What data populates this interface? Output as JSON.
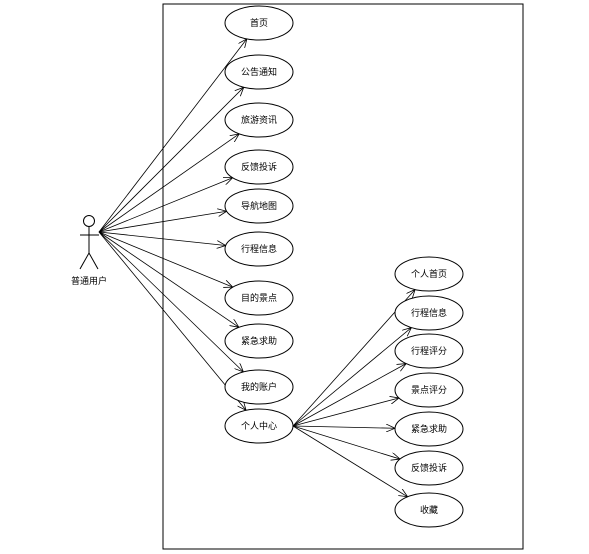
{
  "actor": {
    "label": "普通用户"
  },
  "main_use_cases": [
    {
      "id": "home",
      "label": "首页"
    },
    {
      "id": "notice",
      "label": "公告通知"
    },
    {
      "id": "travel-news",
      "label": "旅游资讯"
    },
    {
      "id": "feedback",
      "label": "反馈投诉"
    },
    {
      "id": "nav-map",
      "label": "导航地图"
    },
    {
      "id": "itinerary",
      "label": "行程信息"
    },
    {
      "id": "destination",
      "label": "目的景点"
    },
    {
      "id": "emergency",
      "label": "紧急求助"
    },
    {
      "id": "my-account",
      "label": "我的账户"
    },
    {
      "id": "personal-center",
      "label": "个人中心"
    }
  ],
  "sub_use_cases": [
    {
      "id": "personal-home",
      "label": "个人首页"
    },
    {
      "id": "itinerary-info",
      "label": "行程信息"
    },
    {
      "id": "itinerary-rating",
      "label": "行程评分"
    },
    {
      "id": "spot-rating",
      "label": "景点评分"
    },
    {
      "id": "emergency-help",
      "label": "紧急求助"
    },
    {
      "id": "feedback-complaint",
      "label": "反馈投诉"
    },
    {
      "id": "favorites",
      "label": "收藏"
    }
  ]
}
